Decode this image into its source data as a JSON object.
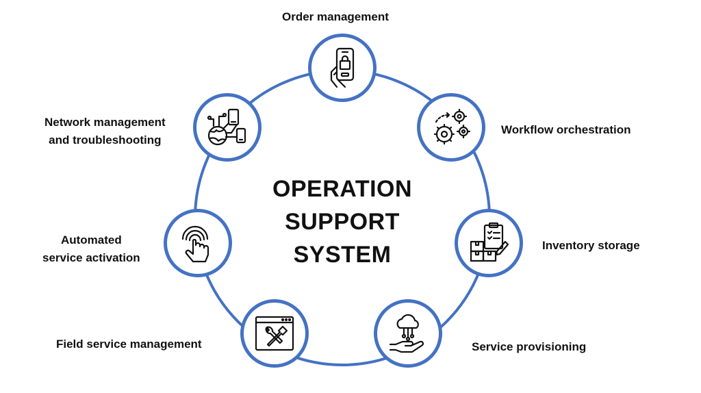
{
  "title_lines": [
    "OPERATION",
    "SUPPORT",
    "SYSTEM"
  ],
  "colors": {
    "ring": "#4472c4",
    "text": "#111111",
    "icon": "#111111"
  },
  "nodes": [
    {
      "icon": "phone-shopping-bag-icon",
      "label_lines": [
        "Order management"
      ]
    },
    {
      "icon": "gears-workflow-icon",
      "label_lines": [
        "Workflow orchestration"
      ]
    },
    {
      "icon": "clipboard-boxes-icon",
      "label_lines": [
        "Inventory storage"
      ]
    },
    {
      "icon": "cloud-hand-icon",
      "label_lines": [
        "Service provisioning"
      ]
    },
    {
      "icon": "browser-tools-icon",
      "label_lines": [
        "Field service management"
      ]
    },
    {
      "icon": "touch-fingerprint-icon",
      "label_lines": [
        "Automated",
        "service activation"
      ]
    },
    {
      "icon": "globe-network-devices-icon",
      "label_lines": [
        "Network management",
        "and troubleshooting"
      ]
    }
  ]
}
